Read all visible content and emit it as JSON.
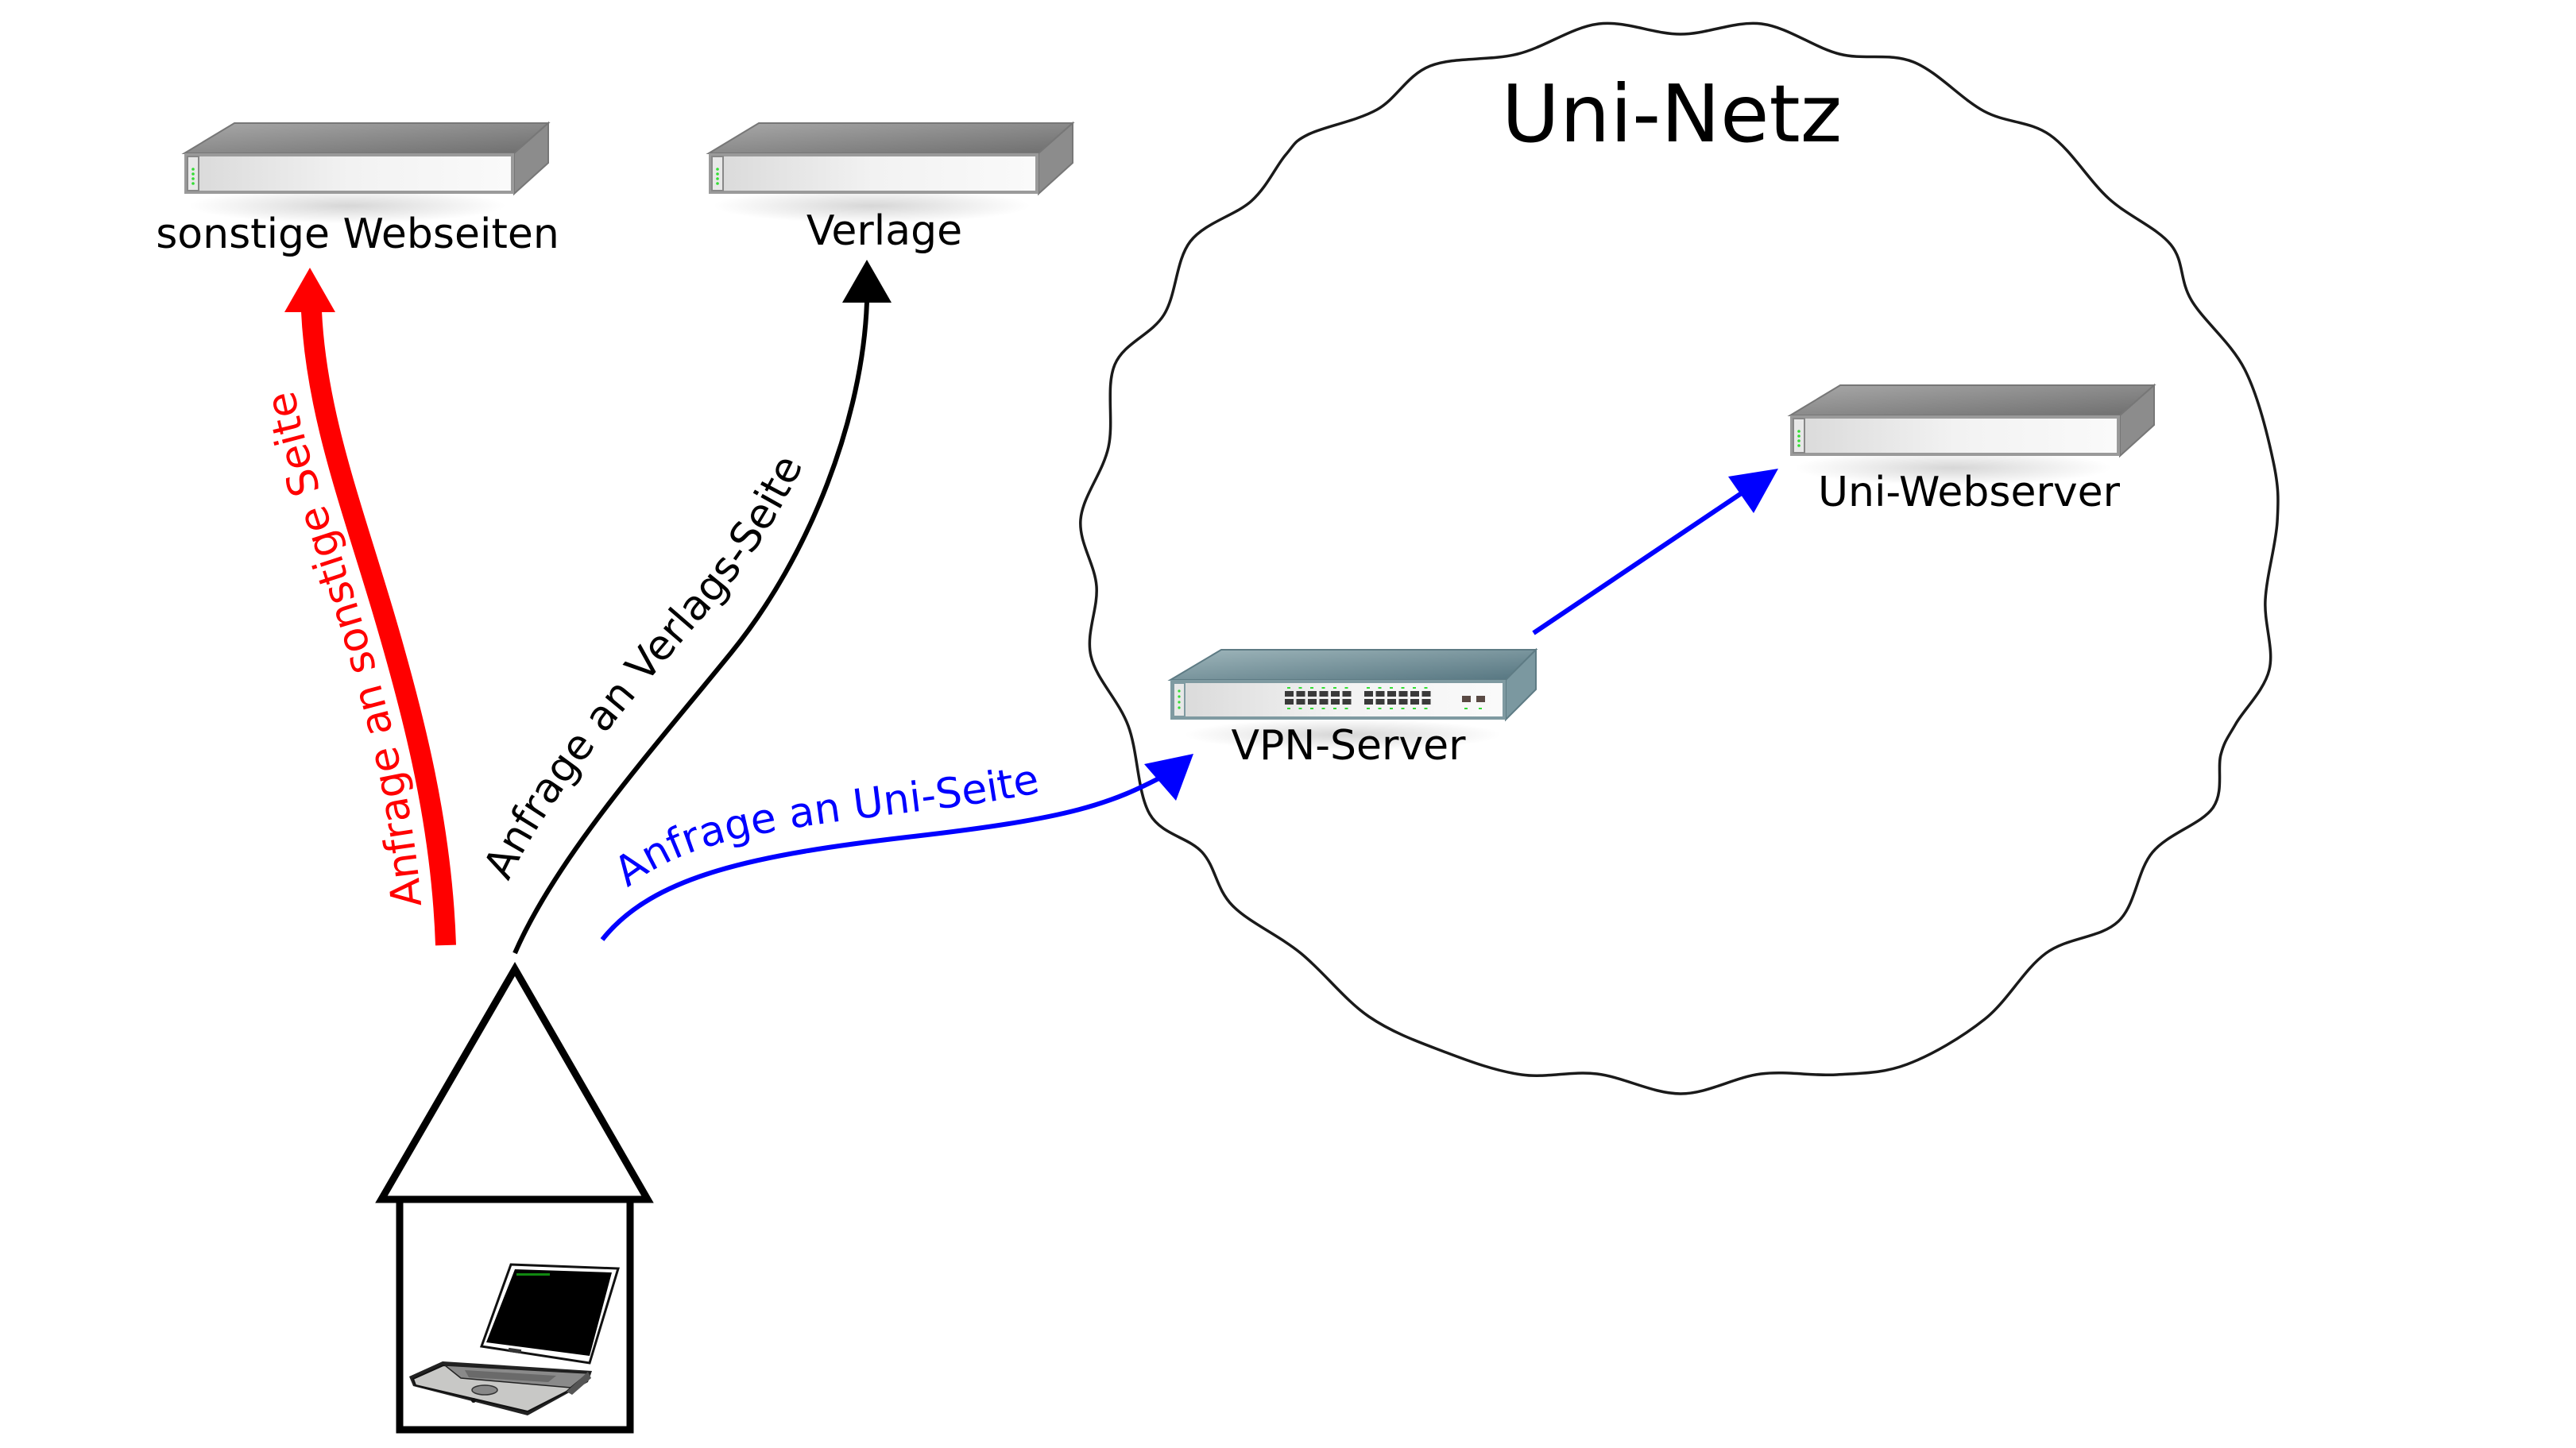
{
  "diagram": {
    "title": "VPN-Zugang zum Uni-Netz",
    "network": {
      "label": "Uni-Netz"
    },
    "nodes": {
      "other_sites": {
        "label": "sonstige Webseiten",
        "icon": "server-icon"
      },
      "publishers": {
        "label": "Verlage",
        "icon": "server-icon"
      },
      "uni_webserver": {
        "label": "Uni-Webserver",
        "icon": "server-icon"
      },
      "vpn_server": {
        "label": "VPN-Server",
        "icon": "network-switch-icon"
      },
      "home": {
        "icon": "house-icon",
        "device": "laptop-icon"
      }
    },
    "edges": {
      "to_other_sites": {
        "label": "Anfrage an sonstige Seite",
        "color": "#ff0000",
        "from": "home",
        "to": "other_sites"
      },
      "to_publishers": {
        "label": "Anfrage an Verlags-Seite",
        "color": "#000000",
        "from": "home",
        "to": "publishers"
      },
      "to_uni": {
        "label": "Anfrage an Uni-Seite",
        "color": "#0000ff",
        "from": "home",
        "to": "vpn_server"
      },
      "vpn_to_web": {
        "label": "",
        "color": "#0000ff",
        "from": "vpn_server",
        "to": "uni_webserver"
      }
    }
  },
  "colors": {
    "red": "#ff0000",
    "black": "#000000",
    "blue": "#0000ff",
    "server_grey": "#8a8a8a",
    "switch_teal": "#6f8e96",
    "led_green": "#33dd33"
  }
}
